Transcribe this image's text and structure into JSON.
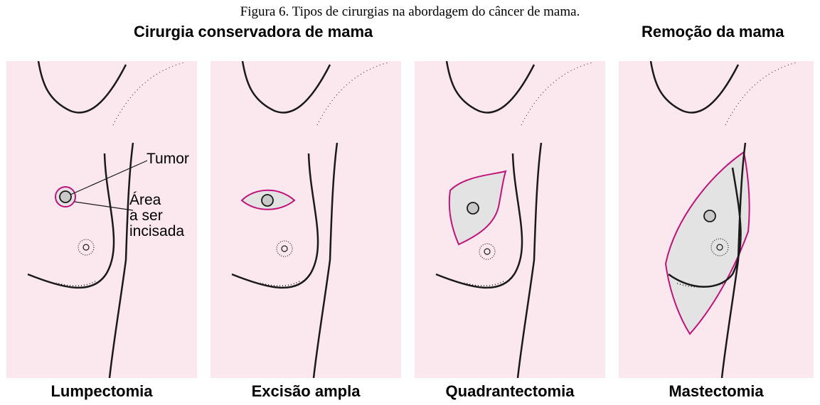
{
  "caption": "Figura 6. Tipos de cirurgias na abordagem do câncer de mama.",
  "groups": {
    "conservadora": "Cirurgia conservadora de mama",
    "remocao": "Remoção da mama"
  },
  "annotations": {
    "tumor": "Tumor",
    "area_line1": "Área",
    "area_line2": "a ser",
    "area_line3": "incisada"
  },
  "panels": [
    {
      "label": "Lumpectomia"
    },
    {
      "label": "Excisão ampla"
    },
    {
      "label": "Quadrantectomia"
    },
    {
      "label": "Mastectomia"
    }
  ],
  "colors": {
    "skin": "#fbe8ee",
    "incision": "#c0147a",
    "excised_area": "#e3e3e3",
    "tumor": "#c9c9c9",
    "outline": "#1a1a1a"
  }
}
